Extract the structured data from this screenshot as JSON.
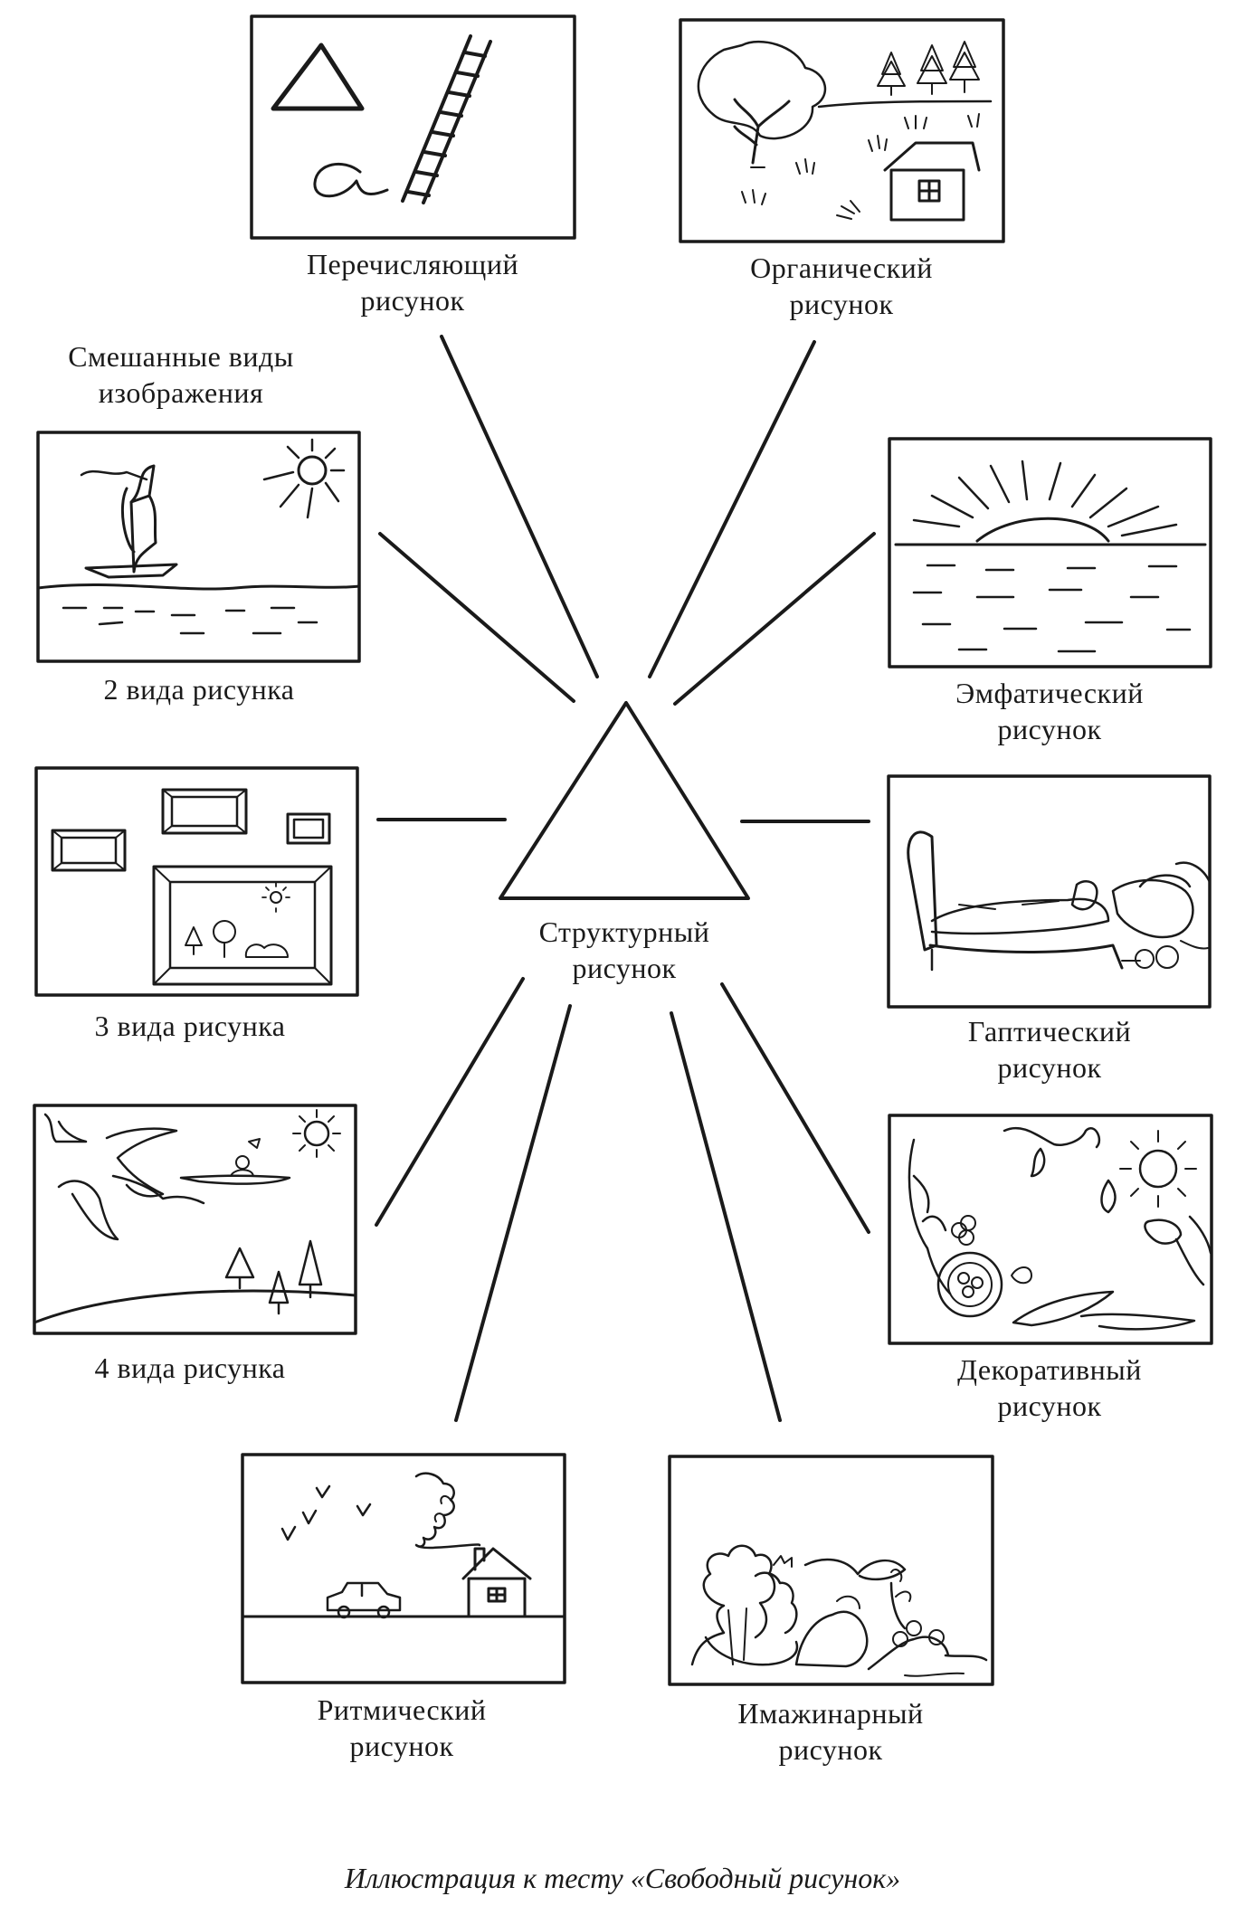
{
  "center": {
    "line1": "Структурный",
    "line2": "рисунок"
  },
  "panels": {
    "enumerating": {
      "line1": "Перечисляющий",
      "line2": "рисунок"
    },
    "organic": {
      "line1": "Органический",
      "line2": "рисунок"
    },
    "mixed_header": {
      "line1": "Смешанные виды",
      "line2": "изображения"
    },
    "two_types": {
      "line1": "2 вида рисунка"
    },
    "emphatic": {
      "line1": "Эмфатический",
      "line2": "рисунок"
    },
    "three_types": {
      "line1": "3 вида рисунка"
    },
    "haptic": {
      "line1": "Гаптический",
      "line2": "рисунок"
    },
    "four_types": {
      "line1": "4 вида рисунка"
    },
    "decorative": {
      "line1": "Декоративный",
      "line2": "рисунок"
    },
    "rhythmic": {
      "line1": "Ритмический",
      "line2": "рисунок"
    },
    "imaginary": {
      "line1": "Имажинарный",
      "line2": "рисунок"
    }
  },
  "caption": "Иллюстрация к тесту «Свободный рисунок»"
}
